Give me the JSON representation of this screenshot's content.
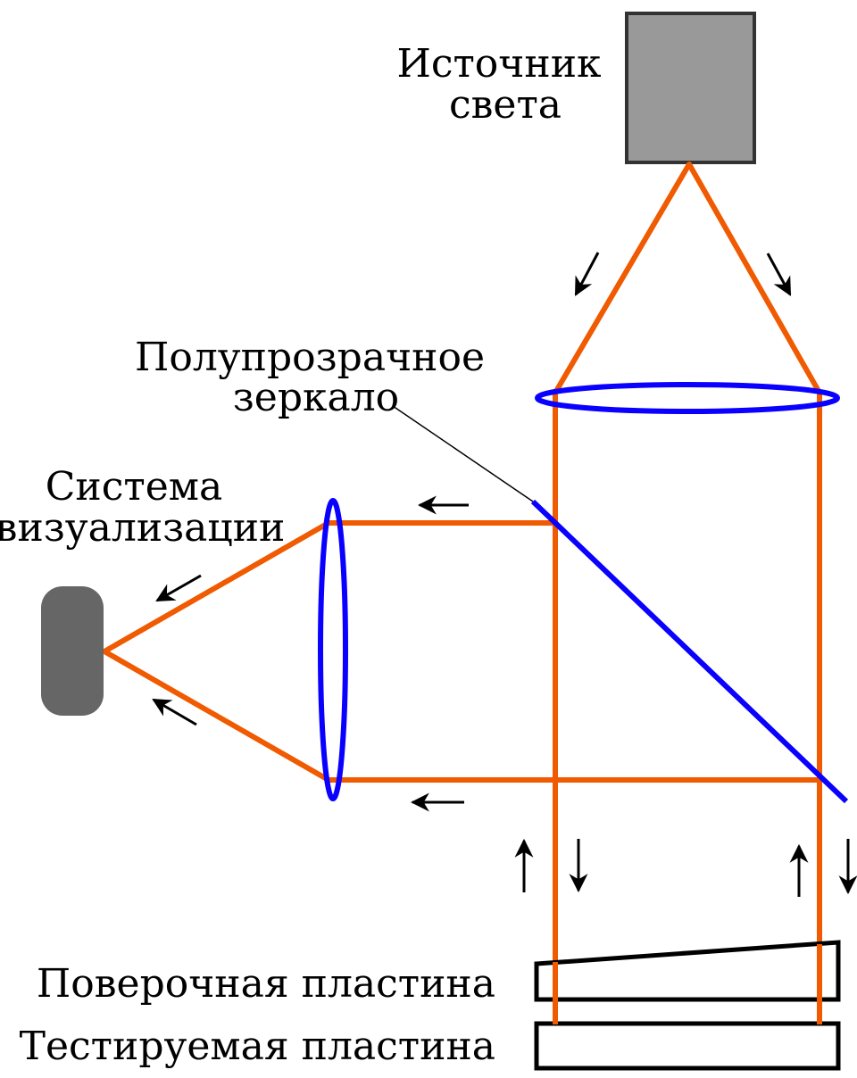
{
  "labels": {
    "light_source": [
      "Источник",
      "света"
    ],
    "mirror": [
      "Полупрозрачное",
      "зеркало"
    ],
    "visualization": [
      "Система",
      "визуализации"
    ],
    "reference_plate": "Поверочная пластина",
    "test_plate": "Тестируемая пластина"
  },
  "colors": {
    "beam": "#f05a00",
    "lens_and_mirror": "#0a00ff",
    "light_source": "#999999",
    "detector": "#666666"
  }
}
